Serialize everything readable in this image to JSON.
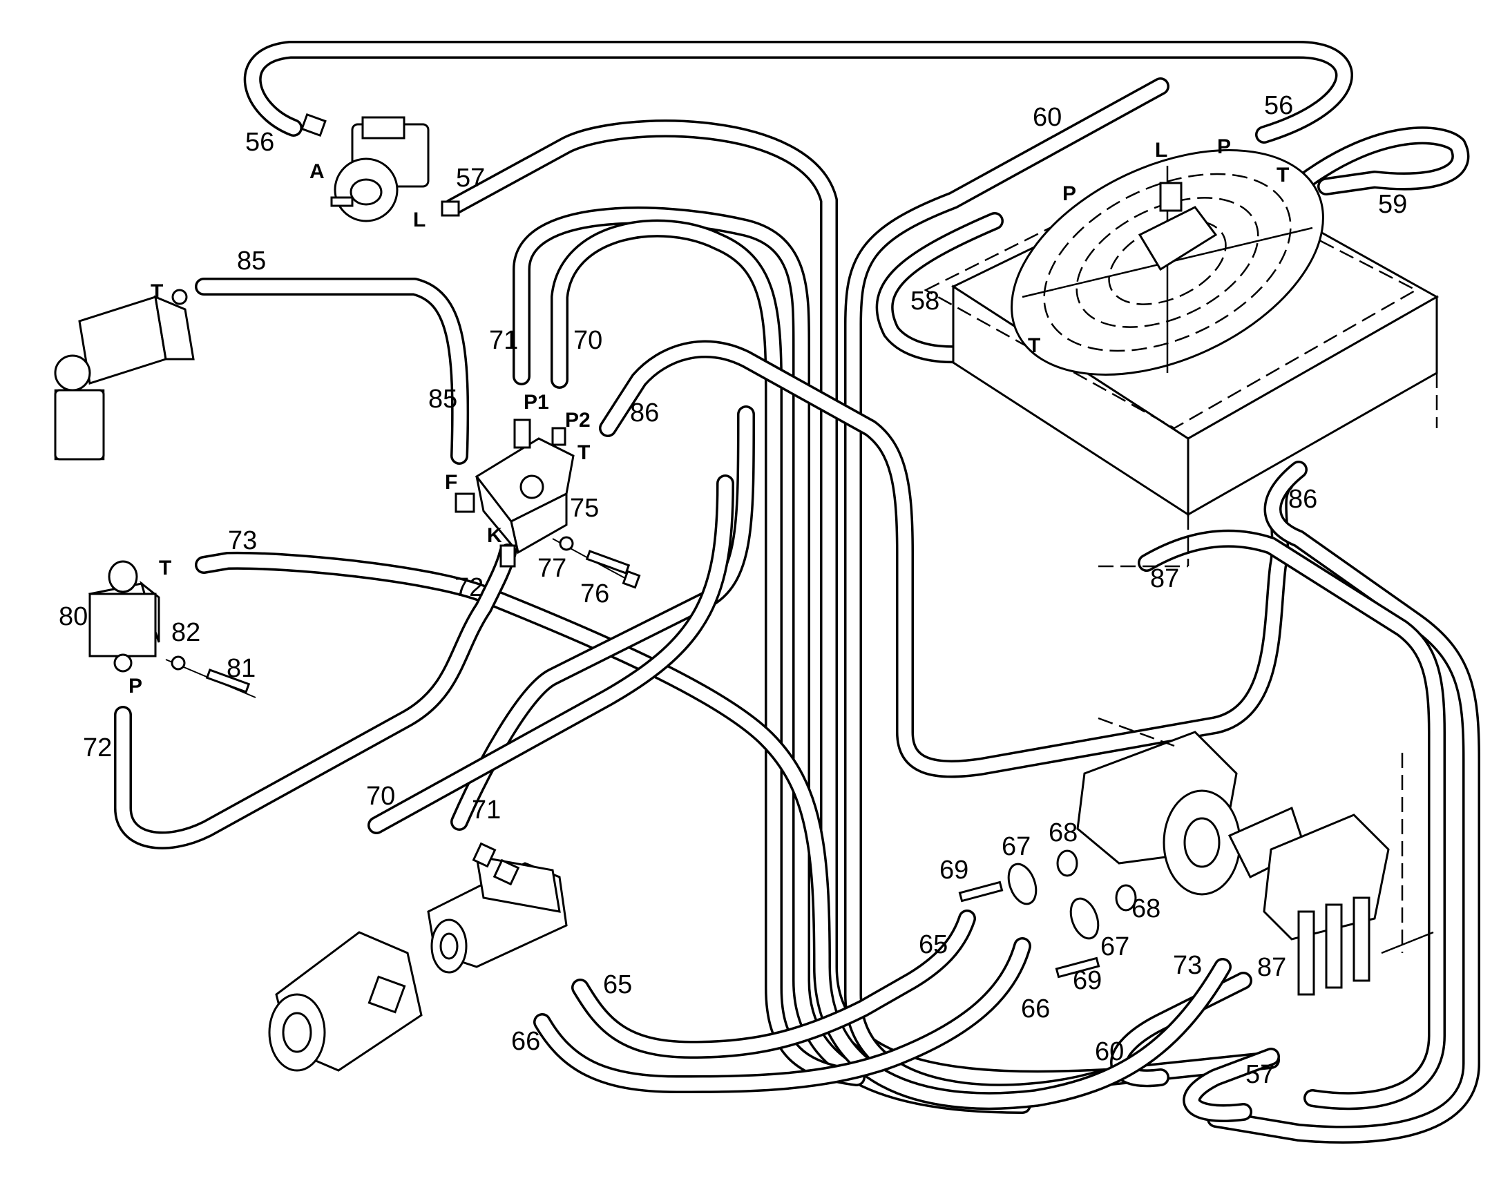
{
  "callouts": {
    "c56a": "56",
    "c56b": "56",
    "c57a": "57",
    "c57b": "57",
    "c58": "58",
    "c59": "59",
    "c60a": "60",
    "c60b": "60",
    "c65a": "65",
    "c65b": "65",
    "c66a": "66",
    "c66b": "66",
    "c67a": "67",
    "c67b": "67",
    "c68a": "68",
    "c68b": "68",
    "c69a": "69",
    "c69b": "69",
    "c70a": "70",
    "c70b": "70",
    "c71a": "71",
    "c71b": "71",
    "c72a": "72",
    "c72b": "72",
    "c73a": "73",
    "c73b": "73",
    "c75": "75",
    "c76": "76",
    "c77": "77",
    "c80": "80",
    "c81": "81",
    "c82": "82",
    "c85a": "85",
    "c85b": "85",
    "c86a": "86",
    "c86b": "86",
    "c87a": "87",
    "c87b": "87"
  },
  "ports": {
    "pA": "A",
    "pL1": "L",
    "pT1": "T",
    "pP1": "P1",
    "pP2": "P2",
    "pT2": "T",
    "pF": "F",
    "pK": "K",
    "pT3": "T",
    "pP3": "P",
    "pL2": "L",
    "pP4": "P",
    "pT4": "T",
    "pP5": "P",
    "pT5": "T"
  }
}
